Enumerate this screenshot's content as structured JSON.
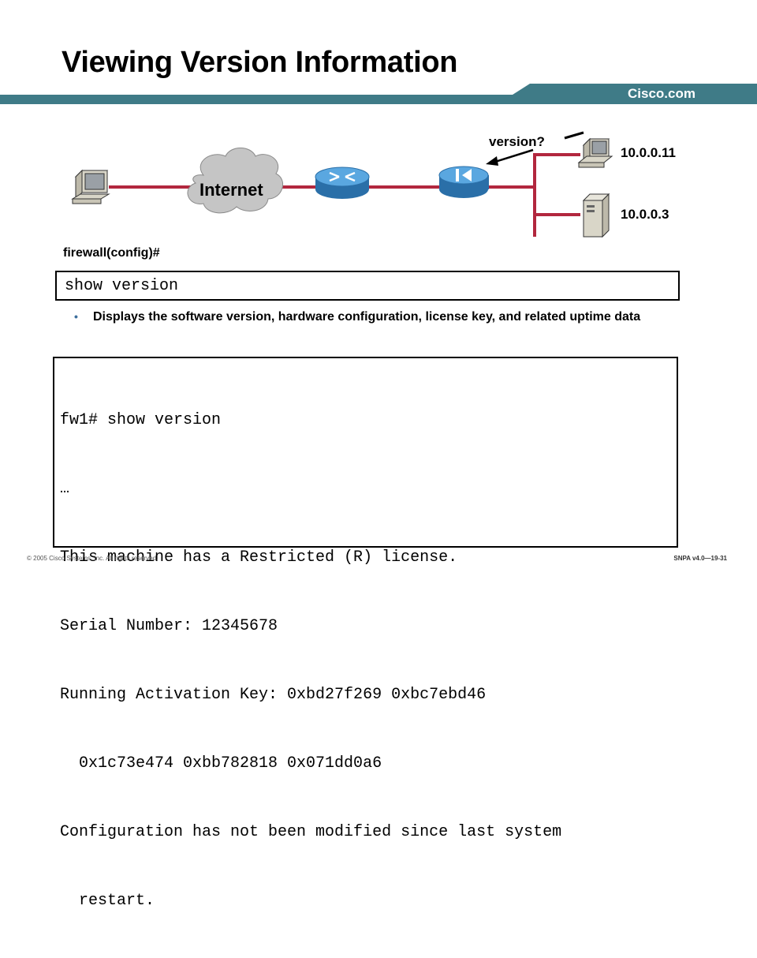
{
  "slide": {
    "title": "Viewing Version Information",
    "brand": "Cisco.com"
  },
  "colors": {
    "banner": "#3f7b87",
    "link_red": "#b2273e",
    "cloud": "#c5c5c5",
    "router_blue": "#3d8fcf",
    "device_beige": "#d9d6c8"
  },
  "diagram": {
    "internet_label": "Internet",
    "query_label": "version?",
    "host1_ip": "10.0.0.11",
    "host2_ip": "10.0.0.3",
    "icons": [
      "pc-icon",
      "cloud-icon",
      "router-icon",
      "firewall-icon",
      "workstation-icon",
      "server-icon"
    ]
  },
  "command": {
    "prompt": "firewall(config)#",
    "text": "show version",
    "description": "Displays the software version, hardware configuration, license key, and related uptime data"
  },
  "output": {
    "lines": [
      "fw1# show version",
      "…",
      "This machine has a Restricted (R) license.",
      "Serial Number: 12345678",
      "Running Activation Key: 0xbd27f269 0xbc7ebd46",
      "  0x1c73e474 0xbb782818 0x071dd0a6",
      "Configuration has not been modified since last system",
      "  restart."
    ]
  },
  "footer": {
    "copyright": "© 2005 Cisco Systems, Inc. All rights reserved.",
    "code": "SNPA v4.0—19-31"
  }
}
